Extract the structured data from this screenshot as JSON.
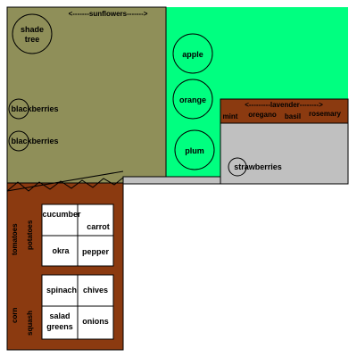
{
  "colors": {
    "olive": "#8f8f59",
    "green": "#00ff80",
    "brown": "#8b3a10",
    "gray": "#c0c0c0",
    "white": "#ffffff",
    "outline": "#000000"
  },
  "olive_area": {
    "banner": "<-------sunflowers------->",
    "shade_tree": "shade tree",
    "blackberries_1": "blackberries",
    "blackberries_2": "blackberries"
  },
  "green_area": {
    "apple": "apple",
    "orange": "orange",
    "plum": "plum"
  },
  "herb_bed": {
    "banner": "<---------lavender-------->",
    "mint": "mint",
    "oregano": "oregano",
    "basil": "basil",
    "rosemary": "rosemary"
  },
  "gray_area": {
    "strawberries": "strawberries"
  },
  "veg_bed": {
    "side_top_1": "tomatoes",
    "side_top_2": "potatoes",
    "side_bottom_1": "corn",
    "side_bottom_2": "squash",
    "top_box": {
      "cucumber": "cucumber",
      "carrot": "carrot",
      "okra": "okra",
      "pepper": "pepper"
    },
    "bottom_box": {
      "spinach": "spinach",
      "chives": "chives",
      "salad_1": "salad",
      "salad_2": "greens",
      "onions": "onions"
    }
  }
}
